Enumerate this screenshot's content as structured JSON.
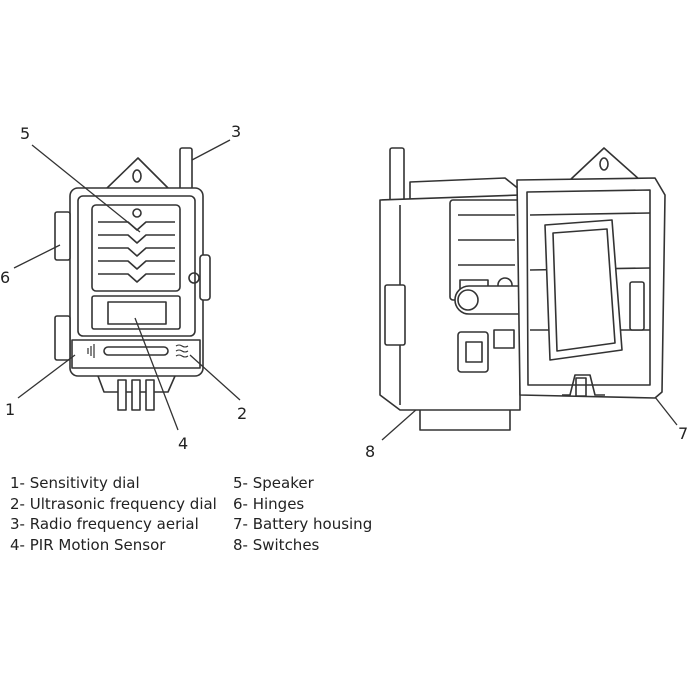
{
  "callouts": {
    "n1": "1",
    "n2": "2",
    "n3": "3",
    "n4": "4",
    "n5": "5",
    "n6": "6",
    "n7": "7",
    "n8": "8"
  },
  "legend": {
    "left": [
      "1- Sensitivity dial",
      "2- Ultrasonic frequency dial",
      "3- Radio frequency aerial",
      "4- PIR Motion Sensor"
    ],
    "right": [
      "5- Speaker",
      "6- Hinges",
      "7- Battery housing",
      "8- Switches"
    ]
  }
}
